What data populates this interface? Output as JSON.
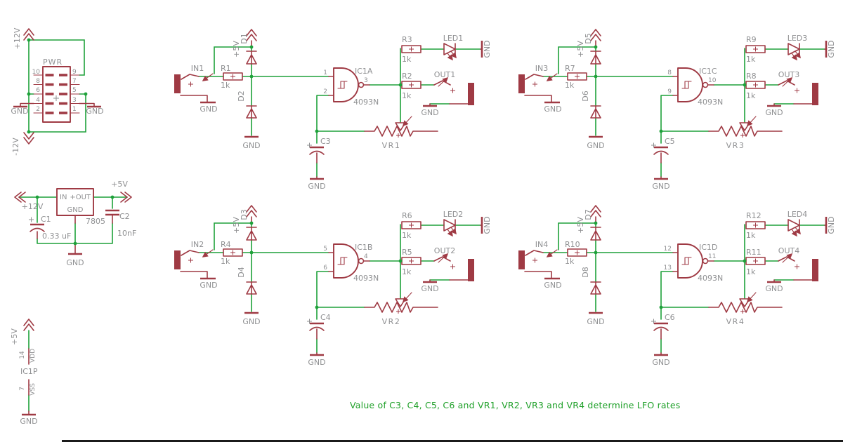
{
  "labels": {
    "gnd": "GND",
    "p5v": "+5V",
    "p12v": "+12V",
    "n12v": "-12V"
  },
  "pwr": {
    "title": "PWR",
    "left_pins": [
      "10",
      "8",
      "6",
      "4",
      "2"
    ],
    "right_pins": [
      "9",
      "7",
      "5",
      "3",
      "1"
    ],
    "gnd_left": "GND",
    "gnd_right": "GND"
  },
  "regulator": {
    "part": "7805",
    "pin_in": "IN",
    "pin_out": "+OUT",
    "pin_gnd": "GND",
    "in_rail": "+12V",
    "out_rail": "+5V",
    "c1_name": "C1",
    "c1_value": "0.33 uF",
    "c2_name": "C2",
    "c2_value": "10nF",
    "gnd": "GND"
  },
  "ic_power": {
    "name": "IC1P",
    "rail": "+5V",
    "vdd_pin": "14",
    "vdd_name": "VDD",
    "vss_pin": "7",
    "vss_name": "VSS",
    "gnd": "GND"
  },
  "channels": [
    {
      "in": "IN1",
      "r_in": "R1",
      "r_in_val": "1k",
      "d_up": "D1",
      "d_down": "D2",
      "pin_a": "1",
      "pin_b": "2",
      "pin_out": "3",
      "gate": "IC1A",
      "part": "4093N",
      "r_led": "R3",
      "r_led_val": "1k",
      "led": "LED1",
      "r_out": "R2",
      "r_out_val": "1k",
      "out": "OUT1",
      "cap": "C3",
      "pot": "VR1"
    },
    {
      "in": "IN3",
      "r_in": "R7",
      "r_in_val": "1k",
      "d_up": "D5",
      "d_down": "D6",
      "pin_a": "8",
      "pin_b": "9",
      "pin_out": "10",
      "gate": "IC1C",
      "part": "4093N",
      "r_led": "R9",
      "r_led_val": "1k",
      "led": "LED3",
      "r_out": "R8",
      "r_out_val": "1k",
      "out": "OUT3",
      "cap": "C5",
      "pot": "VR3"
    },
    {
      "in": "IN2",
      "r_in": "R4",
      "r_in_val": "1k",
      "d_up": "D3",
      "d_down": "D4",
      "pin_a": "5",
      "pin_b": "6",
      "pin_out": "4",
      "gate": "IC1B",
      "part": "4093N",
      "r_led": "R6",
      "r_led_val": "1k",
      "led": "LED2",
      "r_out": "R5",
      "r_out_val": "1k",
      "out": "OUT2",
      "cap": "C4",
      "pot": "VR2"
    },
    {
      "in": "IN4",
      "r_in": "R10",
      "r_in_val": "1k",
      "d_up": "D7",
      "d_down": "D8",
      "pin_a": "12",
      "pin_b": "13",
      "pin_out": "11",
      "gate": "IC1D",
      "part": "4093N",
      "r_led": "R12",
      "r_led_val": "1k",
      "led": "LED4",
      "r_out": "R11",
      "r_out_val": "1k",
      "out": "OUT4",
      "cap": "C6",
      "pot": "VR4"
    }
  ],
  "note": "Value of C3, C4, C5, C6 and VR1, VR2, VR3 and VR4 determine LFO rates"
}
